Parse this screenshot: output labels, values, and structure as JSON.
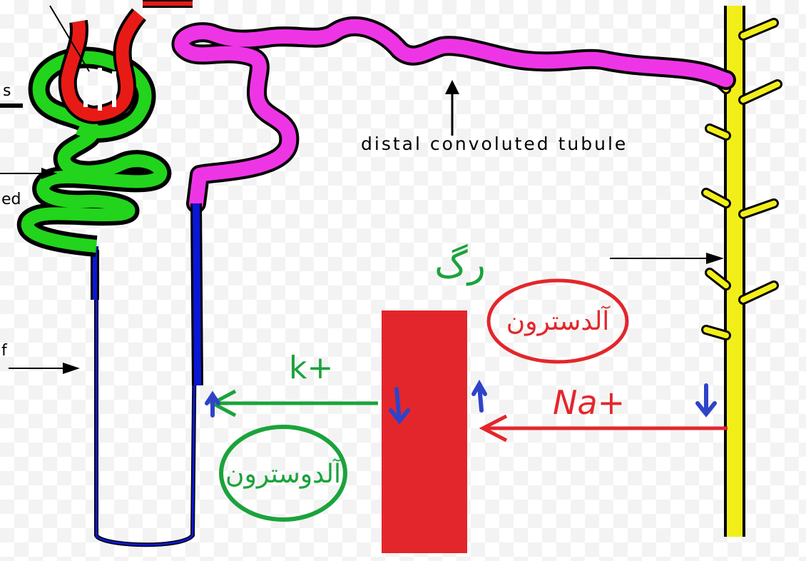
{
  "labels": {
    "distal_tubule": "distal convoluted tubule",
    "frag_s": "s",
    "frag_ed": "ed",
    "frag_f": "f"
  },
  "annotations": {
    "potassium": "k+",
    "sodium": "Na+",
    "vessel_persian": "رگ",
    "aldosterone_persian": "آلدسترون",
    "aldosterone_persian_2": "آلدوسترون"
  },
  "colors": {
    "glomerulus": "#e81a16",
    "proximal_tubule": "#22d41c",
    "loop_of_henle": "#0a17d6",
    "distal_tubule": "#ee35e6",
    "collecting_duct": "#f2ee1a",
    "blood_vessel": "#e3262b",
    "potassium_arrow": "#1aa33b",
    "sodium_arrow": "#e3262b",
    "direction_marks": "#2f43c8"
  }
}
